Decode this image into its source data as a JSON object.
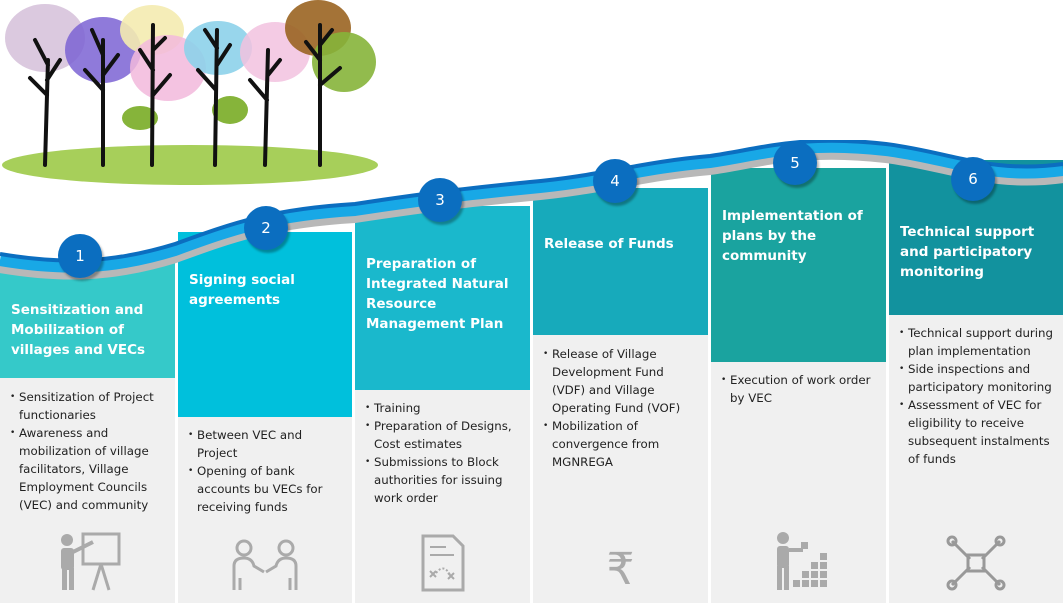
{
  "steps": [
    {
      "number": "1",
      "title": "Sensitization and Mobilization of villages and VECs",
      "bullets": [
        "Sensitization of Project functionaries",
        "Awareness and mobilization of village facilitators, Village Employment Councils (VEC) and community"
      ],
      "icon": "presenter-board-icon",
      "color": "#35c9c9"
    },
    {
      "number": "2",
      "title": "Signing social agreements",
      "bullets": [
        "Between VEC and Project",
        "Opening of bank accounts bu VECs for receiving funds"
      ],
      "icon": "handshake-people-icon",
      "color": "#00c0dc"
    },
    {
      "number": "3",
      "title": "Preparation of Integrated Natural Resource Management Plan",
      "bullets": [
        "Training",
        "Preparation of Designs, Cost estimates",
        "Submissions to Block authorities for issuing work order"
      ],
      "icon": "plan-document-icon",
      "color": "#1ab8cc"
    },
    {
      "number": "4",
      "title": "Release of Funds",
      "bullets": [
        "Release of Village Development Fund (VDF) and Village Operating Fund (VOF)",
        "Mobilization of convergence from MGNREGA"
      ],
      "icon": "rupee-icon",
      "color": "#17aabb"
    },
    {
      "number": "5",
      "title": "Implementation of plans by the community",
      "bullets": [
        "Execution of work order by VEC"
      ],
      "icon": "worker-building-icon",
      "color": "#1aa39f"
    },
    {
      "number": "6",
      "title": "Technical support and participatory monitoring",
      "bullets": [
        "Technical support during plan implementation",
        "Side inspections and participatory monitoring",
        "Assessment of VEC for eligibility to receive subsequent instalments of funds"
      ],
      "icon": "puzzle-hands-icon",
      "color": "#12929e"
    }
  ]
}
